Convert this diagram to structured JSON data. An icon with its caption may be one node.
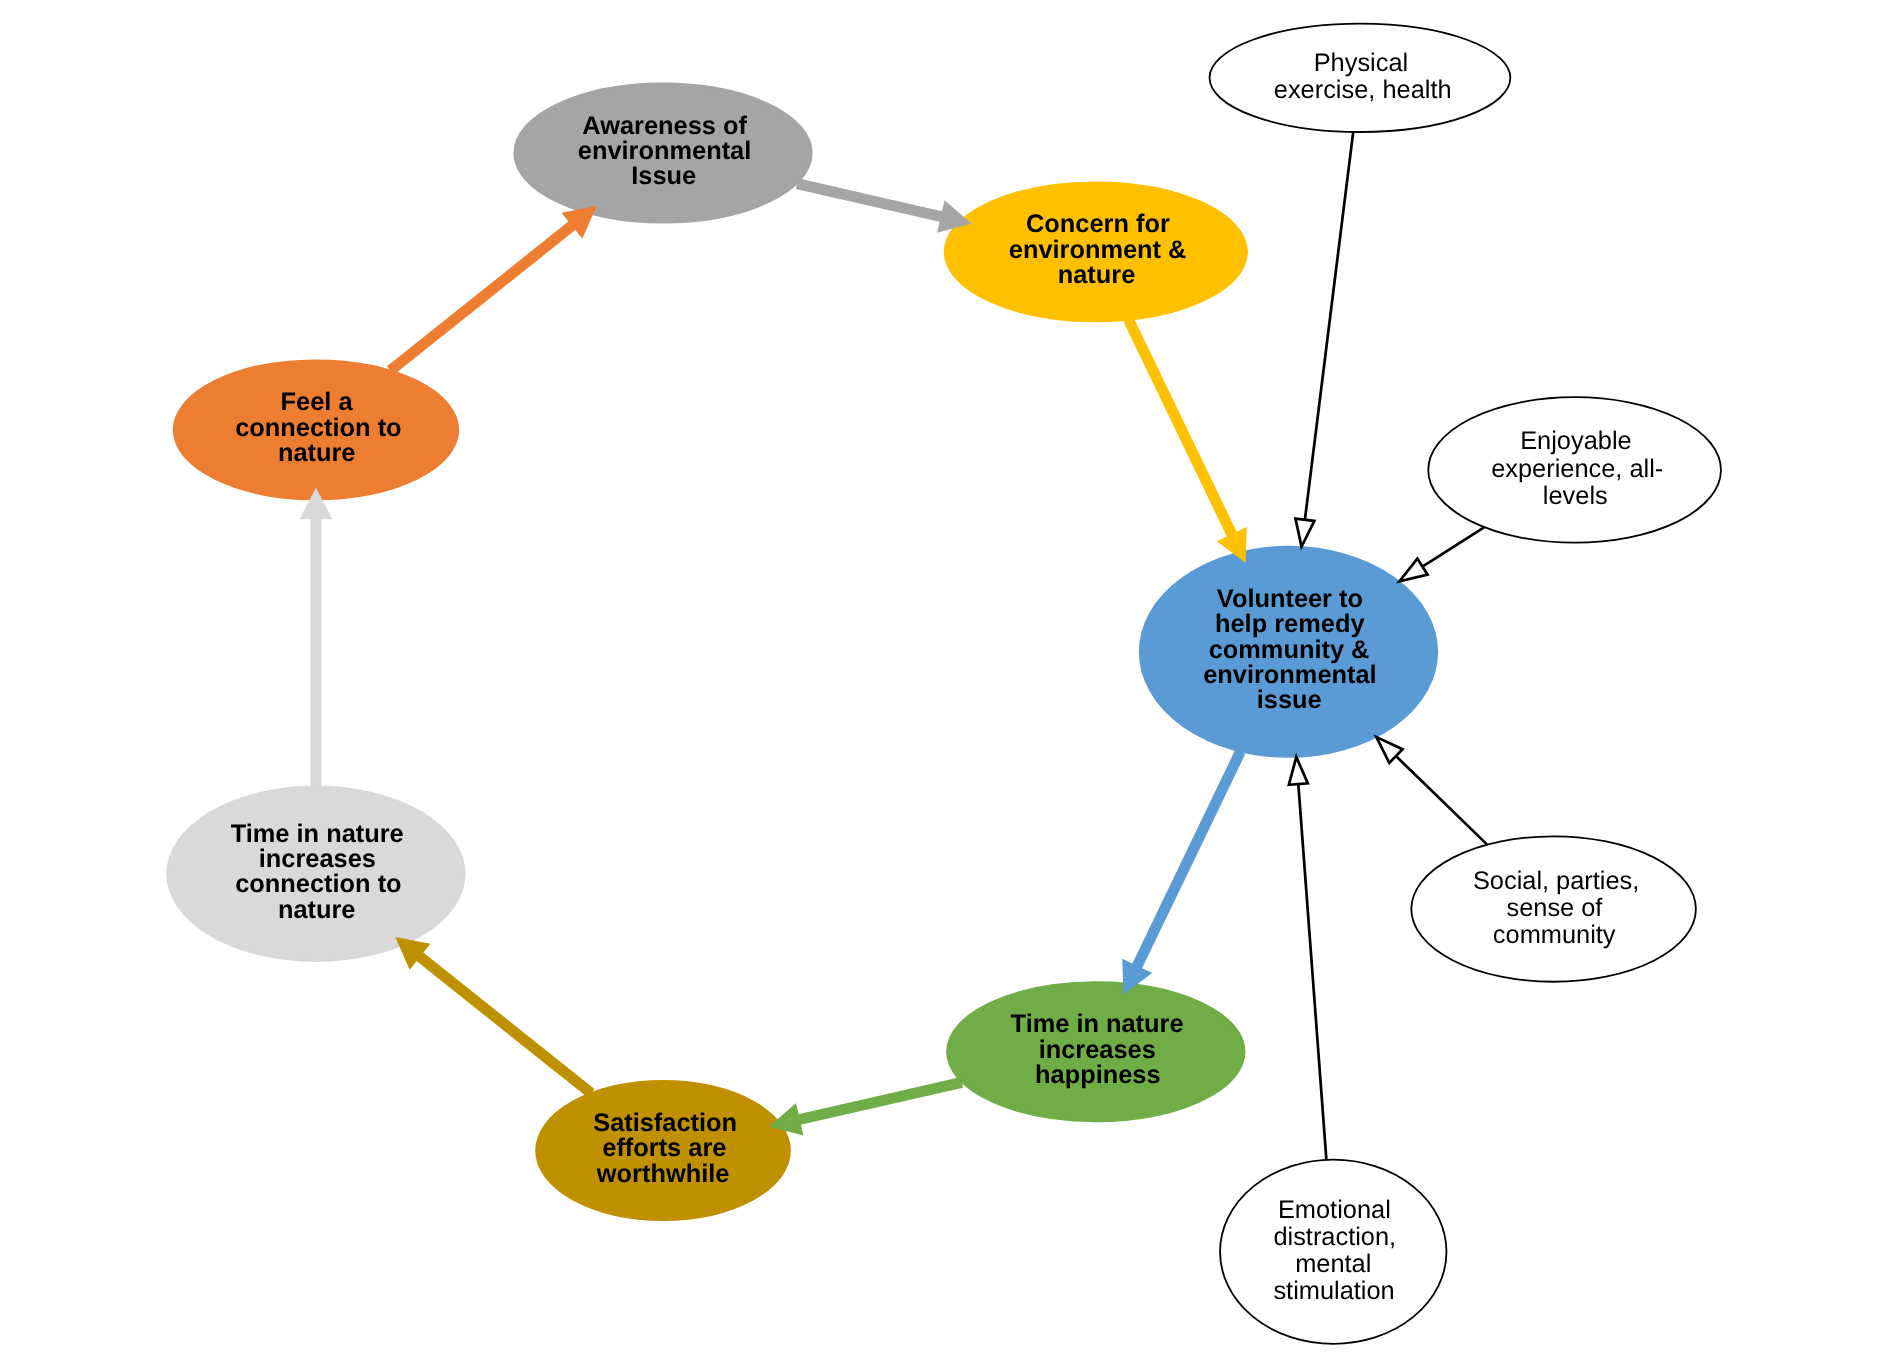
{
  "diagram": {
    "nodes": [
      {
        "text": [
          "Feel a connection to nature"
        ]
      },
      {
        "text": [
          "Awareness of environmental Issue"
        ]
      },
      {
        "text": [
          "Concern for environment & nature"
        ]
      },
      {
        "text": [
          "Volunteer to help remedy community & environmental issue"
        ]
      },
      {
        "text": [
          "Time in nature increases happiness"
        ]
      },
      {
        "text": [
          "Satisfaction efforts are worthwhile"
        ]
      },
      {
        "text": [
          "Time in nature increases connection to nature"
        ]
      },
      {
        "text": [
          "Emotional distraction, mental stimulation"
        ]
      },
      {
        "text": [
          "Social, parties, sense of community"
        ]
      },
      {
        "text": [
          "Enjoyable experience, all-levels"
        ]
      },
      {
        "text": [
          "Physical exercise, health"
        ]
      }
    ],
    "edges": [
      {
        "from": 0,
        "to": 1,
        "arrow": "to",
        "color": "#ed7d31"
      },
      {
        "from": 1,
        "to": 2,
        "arrow": "to",
        "color": "#a5a5a5"
      },
      {
        "from": 2,
        "to": 3,
        "arrow": "to",
        "color": "#ffc000"
      },
      {
        "from": 3,
        "to": 4,
        "arrow": "to",
        "color": "#5b9bd5"
      },
      {
        "from": 4,
        "to": 5,
        "arrow": "to",
        "color": "#70ad47"
      },
      {
        "from": 5,
        "to": 6,
        "arrow": "to",
        "color": "#bf9000"
      },
      {
        "from": 6,
        "to": 0,
        "arrow": "to",
        "color": "#d9d9d9"
      },
      {
        "from": 7,
        "to": 3,
        "arrow": "to"
      },
      {
        "from": 8,
        "to": 3,
        "arrow": "to"
      },
      {
        "from": 9,
        "to": 3,
        "arrow": "to"
      },
      {
        "from": 10,
        "to": 3,
        "arrow": "to"
      }
    ]
  }
}
